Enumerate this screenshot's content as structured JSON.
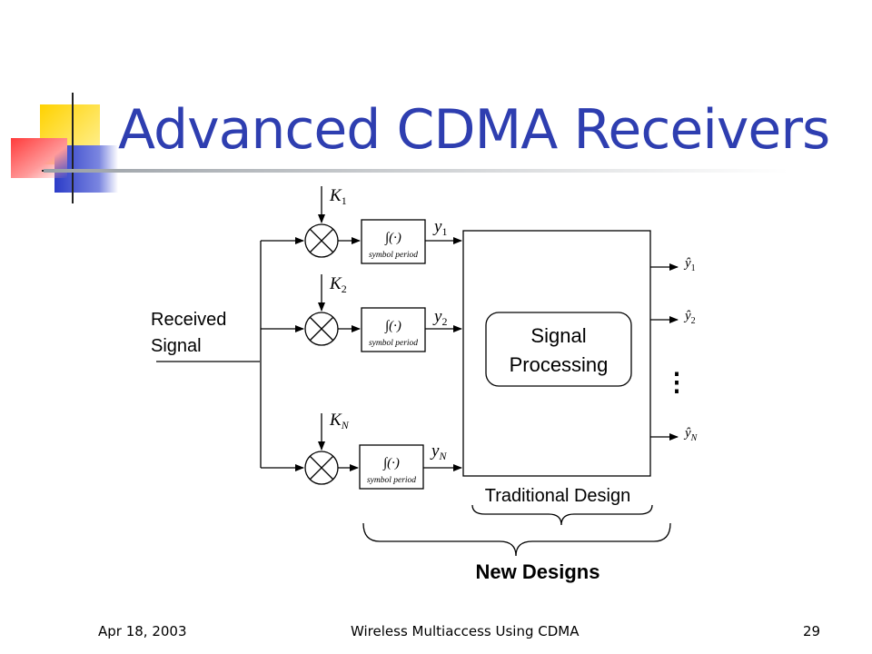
{
  "slide": {
    "title": "Advanced CDMA Receivers",
    "accent_colors": {
      "title": "#2e3eb0",
      "yellow": "#ffd200",
      "blue": "#2b3cc8",
      "red": "#ff3b3b"
    }
  },
  "diagram": {
    "input_label_line1": "Received",
    "input_label_line2": "Signal",
    "branches": [
      {
        "code": "K",
        "code_sub": "1",
        "output": "y",
        "output_sub": "1",
        "estimate": "ŷ",
        "estimate_sub": "1"
      },
      {
        "code": "K",
        "code_sub": "2",
        "output": "y",
        "output_sub": "2",
        "estimate": "ŷ",
        "estimate_sub": "2"
      },
      {
        "code": "K",
        "code_sub": "N",
        "output": "y",
        "output_sub": "N",
        "estimate": "ŷ",
        "estimate_sub": "N"
      }
    ],
    "integrator_symbol": "∫(·)",
    "integrator_caption": "symbol period",
    "processor_line1": "Signal",
    "processor_line2": "Processing",
    "ellipsis": "⋮",
    "traditional_label": "Traditional Design",
    "new_label": "New Designs",
    "icons": [
      "multiplier-icon",
      "arrow-icon",
      "brace-icon"
    ]
  },
  "footer": {
    "date": "Apr 18, 2003",
    "center": "Wireless Multiaccess Using CDMA",
    "page": "29"
  }
}
